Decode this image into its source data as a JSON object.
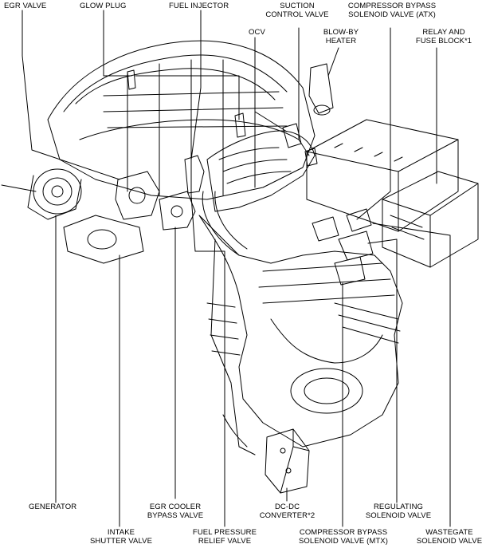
{
  "labels": {
    "egr_valve": [
      "EGR VALVE"
    ],
    "glow_plug": [
      "GLOW PLUG"
    ],
    "fuel_injector": [
      "FUEL INJECTOR"
    ],
    "ocv": [
      "OCV"
    ],
    "suction_control_valve": [
      "SUCTION",
      "CONTROL VALVE"
    ],
    "blow_by_heater": [
      "BLOW-BY",
      "HEATER"
    ],
    "compressor_bypass_atx": [
      "COMPRESSOR BYPASS",
      "SOLENOID VALVE (ATX)"
    ],
    "relay_fuse_block": [
      "RELAY AND",
      "FUSE BLOCK*1"
    ],
    "generator": [
      "GENERATOR"
    ],
    "intake_shutter_valve": [
      "INTAKE",
      "SHUTTER VALVE"
    ],
    "egr_cooler_bypass_valve": [
      "EGR COOLER",
      "BYPASS VALVE"
    ],
    "fuel_pressure_relief_valve": [
      "FUEL PRESSURE",
      "RELIEF VALVE"
    ],
    "dc_dc_converter": [
      "DC-DC",
      "CONVERTER*2"
    ],
    "compressor_bypass_mtx": [
      "COMPRESSOR BYPASS",
      "SOLENOID VALVE (MTX)"
    ],
    "regulating_solenoid_valve": [
      "REGULATING",
      "SOLENOID VALVE"
    ],
    "wastegate_solenoid_valve": [
      "WASTEGATE",
      "SOLENOID VALVE"
    ]
  },
  "colors": {
    "ink": "#000000",
    "background": "#ffffff"
  }
}
